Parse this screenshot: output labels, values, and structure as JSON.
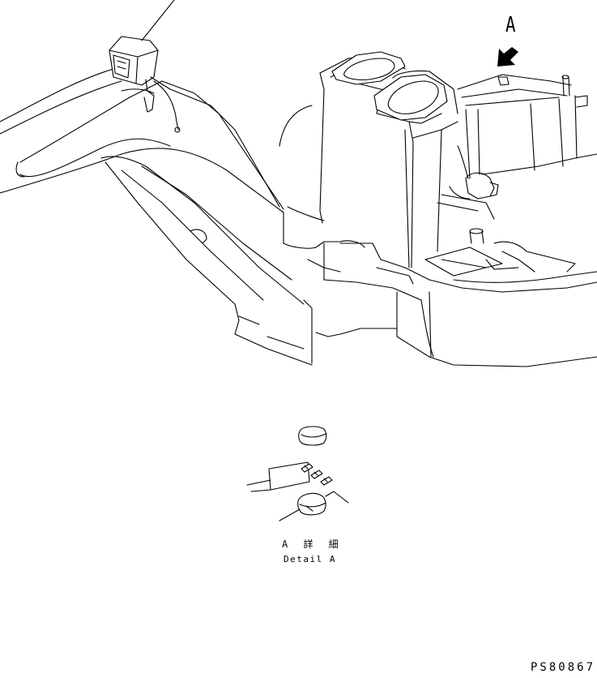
{
  "callout": {
    "view_letter": "A"
  },
  "detail": {
    "title_jp": "A 詳 細",
    "title_en": "Detail A"
  },
  "drawing_number": "PS80867",
  "icons": [
    "view-arrow-icon"
  ]
}
